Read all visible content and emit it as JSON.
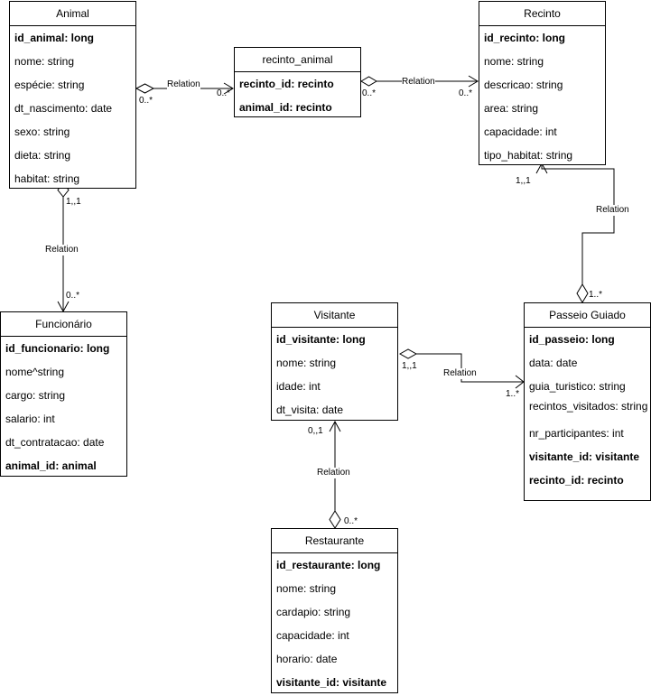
{
  "entities": [
    {
      "key": "animal",
      "title": "Animal",
      "attributes": [
        {
          "text": "id_animal: long",
          "bold": true
        },
        {
          "text": "nome: string",
          "bold": false
        },
        {
          "text": "espécie: string",
          "bold": false
        },
        {
          "text": "dt_nascimento: date",
          "bold": false
        },
        {
          "text": "sexo: string",
          "bold": false
        },
        {
          "text": "dieta: string",
          "bold": false
        },
        {
          "text": "habitat: string",
          "bold": false
        }
      ]
    },
    {
      "key": "recinto_animal",
      "title": "recinto_animal",
      "attributes": [
        {
          "text": "recinto_id: recinto",
          "bold": true
        },
        {
          "text": "animal_id: recinto",
          "bold": true
        }
      ]
    },
    {
      "key": "recinto",
      "title": "Recinto",
      "attributes": [
        {
          "text": "id_recinto: long",
          "bold": true
        },
        {
          "text": "nome: string",
          "bold": false
        },
        {
          "text": "descricao: string",
          "bold": false
        },
        {
          "text": "area: string",
          "bold": false
        },
        {
          "text": "capacidade: int",
          "bold": false
        },
        {
          "text": "tipo_habitat: string",
          "bold": false
        }
      ]
    },
    {
      "key": "funcionario",
      "title": "Funcionário",
      "attributes": [
        {
          "text": "id_funcionario: long",
          "bold": true
        },
        {
          "text": "nome^string",
          "bold": false
        },
        {
          "text": "cargo: string",
          "bold": false
        },
        {
          "text": "salario: int",
          "bold": false
        },
        {
          "text": "dt_contratacao: date",
          "bold": false
        },
        {
          "text": "animal_id: animal",
          "bold": true
        }
      ]
    },
    {
      "key": "visitante",
      "title": "Visitante",
      "attributes": [
        {
          "text": "id_visitante: long",
          "bold": true
        },
        {
          "text": "nome: string",
          "bold": false
        },
        {
          "text": "idade: int",
          "bold": false
        },
        {
          "text": "dt_visita: date",
          "bold": false
        }
      ]
    },
    {
      "key": "passeio",
      "title": "Passeio Guiado",
      "attributes": [
        {
          "text": "id_passeio: long",
          "bold": true
        },
        {
          "text": "data: date",
          "bold": false
        },
        {
          "text": "guia_turistico: string",
          "bold": false
        },
        {
          "text": "recintos_visitados: string",
          "bold": false
        },
        {
          "text": "nr_participantes: int",
          "bold": false
        },
        {
          "text": "visitante_id: visitante",
          "bold": true
        },
        {
          "text": "recinto_id: recinto",
          "bold": true
        }
      ]
    },
    {
      "key": "restaurante",
      "title": "Restaurante",
      "attributes": [
        {
          "text": "id_restaurante: long",
          "bold": true
        },
        {
          "text": "nome: string",
          "bold": false
        },
        {
          "text": "cardapio: string",
          "bold": false
        },
        {
          "text": "capacidade: int",
          "bold": false
        },
        {
          "text": "horario: date",
          "bold": false
        },
        {
          "text": "visitante_id: visitante",
          "bold": true
        }
      ]
    }
  ],
  "relations": [
    {
      "key": "animal_recinto_animal",
      "label": "Relation",
      "source_mult": "0..*",
      "target_mult": "0..*"
    },
    {
      "key": "recinto_animal_recinto",
      "label": "Relation",
      "source_mult": "0..*",
      "target_mult": "0..*"
    },
    {
      "key": "animal_funcionario",
      "label": "Relation",
      "source_mult": "1,,1",
      "target_mult": "0..*"
    },
    {
      "key": "passeio_recinto",
      "label": "Relation",
      "source_mult": "1..*",
      "target_mult": "1,,1"
    },
    {
      "key": "visitante_passeio",
      "label": "Relation",
      "source_mult": "1,,1",
      "target_mult": "1..*"
    },
    {
      "key": "restaurante_visitante",
      "label": "Relation",
      "source_mult": "0..*",
      "target_mult": "0,,1"
    }
  ]
}
